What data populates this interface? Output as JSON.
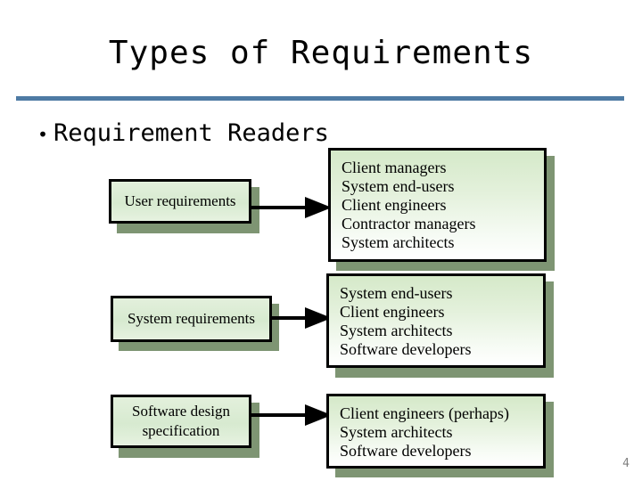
{
  "slide": {
    "title": "Types of Requirements",
    "bullet_marker": "•",
    "bullet_text": "Requirement Readers",
    "page_number": "4",
    "rule_color": "#4e7ba4",
    "box_fill_color": "#dcedd2",
    "box_shadow_color": "#7e9573",
    "box_border_color": "#000000",
    "text_color": "#000000",
    "page_number_color": "#808080",
    "background_color": "#ffffff"
  },
  "diagram": {
    "rows": [
      {
        "source_label": "User requirements",
        "source_lines": [
          "User requirements"
        ],
        "readers": [
          "Client managers",
          "System end-users",
          "Client engineers",
          "Contractor managers",
          "System architects"
        ]
      },
      {
        "source_label": "System requirements",
        "source_lines": [
          "System requirements"
        ],
        "readers": [
          "System end-users",
          "Client engineers",
          "System architects",
          "Software developers"
        ]
      },
      {
        "source_label": "Software design specification",
        "source_lines": [
          "Software design",
          "specification"
        ],
        "readers": [
          "Client engineers (perhaps)",
          "System architects",
          "Software developers"
        ]
      }
    ]
  }
}
